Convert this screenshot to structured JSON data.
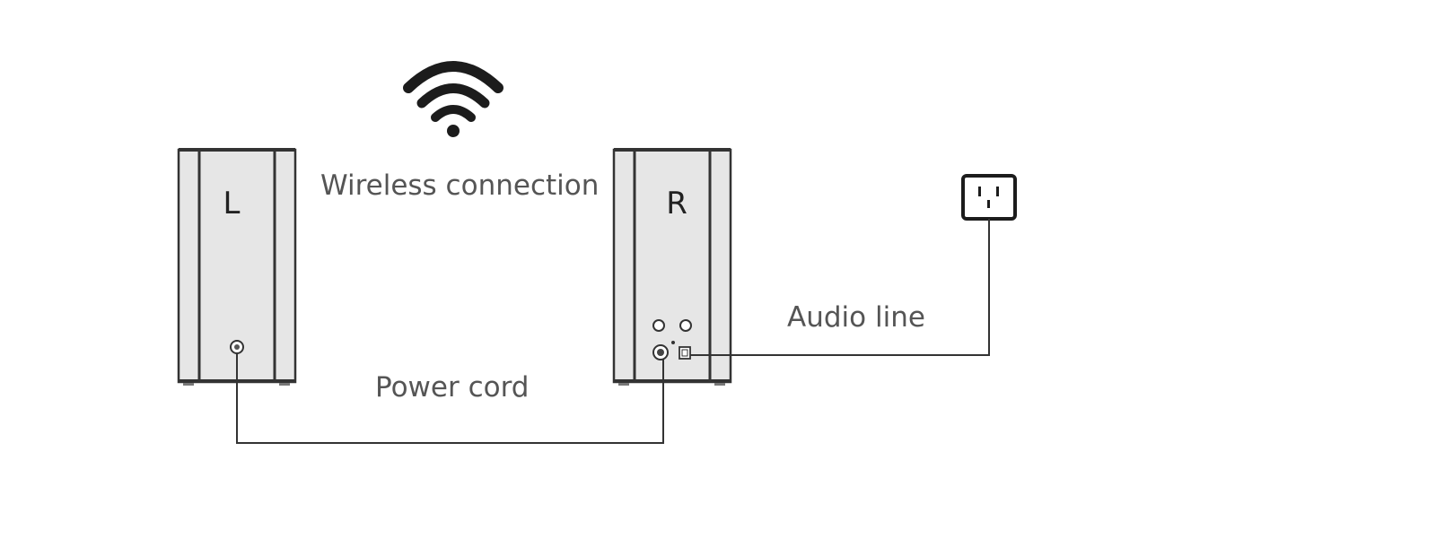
{
  "speakers": {
    "left": {
      "letter": "L"
    },
    "right": {
      "letter": "R"
    }
  },
  "labels": {
    "wireless": "Wireless connection",
    "audio": "Audio line",
    "power": "Power cord"
  },
  "icons": {
    "wifi": "wifi-icon",
    "outlet": "power-outlet-icon"
  },
  "colors": {
    "line": "#333333",
    "speaker_body": "#e6e6e6",
    "text": "#555555"
  }
}
